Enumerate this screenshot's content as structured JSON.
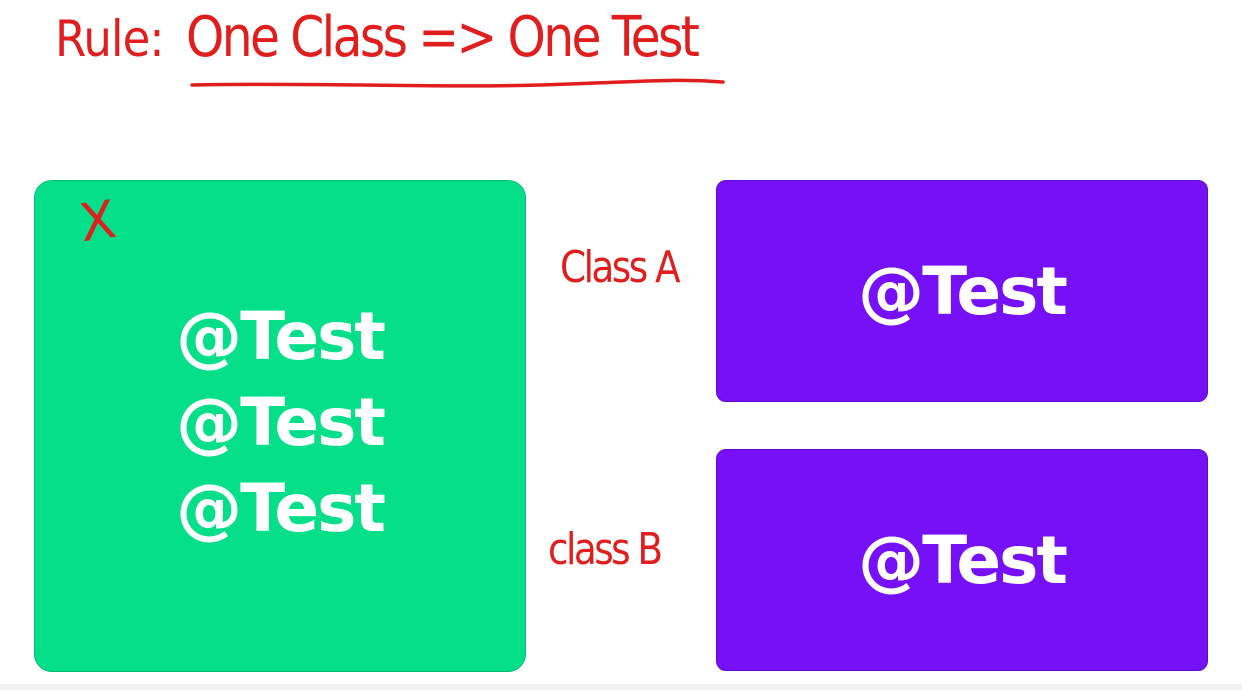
{
  "colors": {
    "ink": "#e01e1e",
    "green_box": "#06df8a",
    "purple_box": "#7510f7",
    "box_text": "#ffffff",
    "background": "#ffffff"
  },
  "heading": {
    "label": "Rule:",
    "text": "One Class => One Test"
  },
  "left_box": {
    "mark": "X",
    "annotations": [
      "@Test",
      "@Test",
      "@Test"
    ]
  },
  "right_boxes": [
    {
      "label": "Class A",
      "annotation": "@Test"
    },
    {
      "label": "class B",
      "annotation": "@Test"
    }
  ]
}
